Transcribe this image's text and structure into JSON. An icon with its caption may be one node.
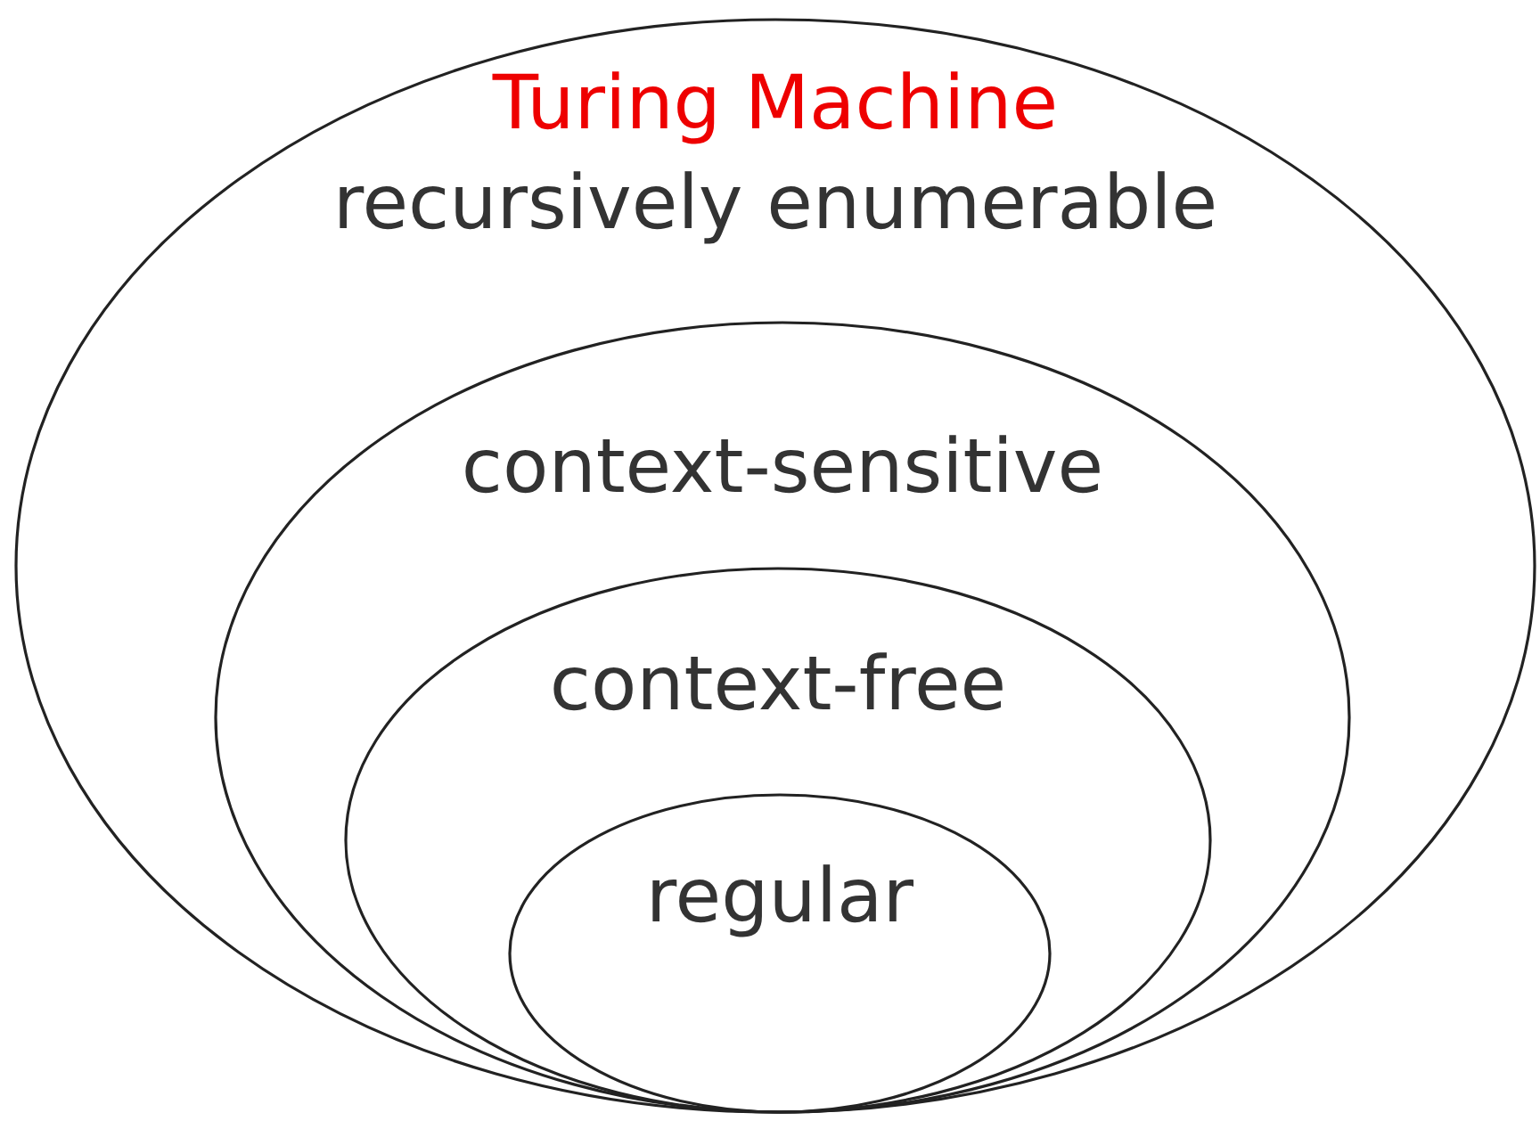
{
  "diagram": {
    "nodes": [
      {
        "text": [
          "Turing Machine",
          "recursively enumerable"
        ]
      },
      {
        "text": [
          "context-sensitive"
        ],
        "in": 0
      },
      {
        "text": [
          "context-free"
        ],
        "in": 1
      },
      {
        "text": [
          "regular"
        ],
        "in": 2
      }
    ],
    "edges": []
  }
}
